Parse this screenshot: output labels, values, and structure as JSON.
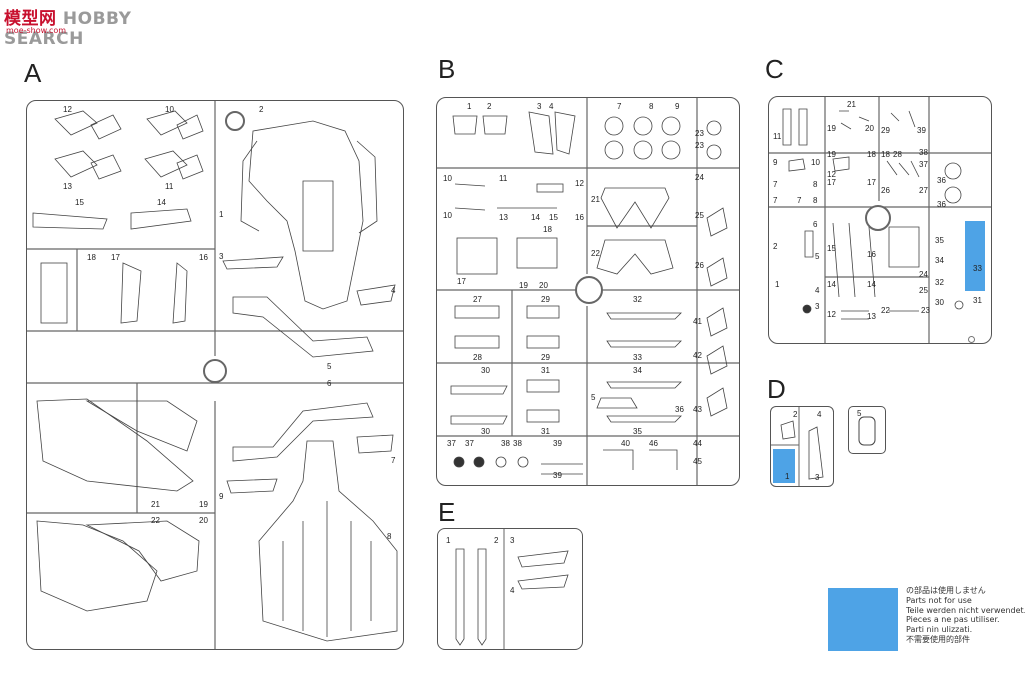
{
  "logo": {
    "brand_red": "模型网",
    "brand_gray": "HOBBY SEARCH",
    "url": "moe-show.com"
  },
  "sections": {
    "A": "A",
    "B": "B",
    "C": "C",
    "D": "D",
    "E": "E"
  },
  "legend": {
    "swatch_color": "#4ea3e6",
    "lines": [
      "の部品は使用しません",
      "Parts not for use",
      "Teile werden nicht verwendet.",
      "Pieces a ne pas utiliser.",
      "Parti nin ulizzati.",
      "不需要使用的部件"
    ]
  },
  "labels": {
    "A": [
      "12",
      "10",
      "2",
      "13",
      "11",
      "15",
      "14",
      "1",
      "3",
      "18",
      "17",
      "16",
      "4",
      "5",
      "6",
      "7",
      "21",
      "19",
      "9",
      "22",
      "20",
      "8"
    ],
    "B": [
      "1",
      "2",
      "3",
      "4",
      "7",
      "8",
      "9",
      "23",
      "23",
      "10",
      "11",
      "12",
      "10",
      "13",
      "14",
      "15",
      "16",
      "24",
      "25",
      "18",
      "21",
      "26",
      "22",
      "17",
      "19",
      "20",
      "27",
      "29",
      "32",
      "41",
      "28",
      "29",
      "33",
      "42",
      "30",
      "31",
      "34",
      "5",
      "43",
      "30",
      "31",
      "35",
      "36",
      "37",
      "37",
      "38",
      "38",
      "39",
      "40",
      "46",
      "44",
      "45",
      "39"
    ],
    "C": [
      "21",
      "11",
      "19",
      "20",
      "39",
      "29",
      "19",
      "18",
      "18",
      "28",
      "38",
      "9",
      "10",
      "37",
      "36",
      "7",
      "8",
      "12",
      "17",
      "26",
      "17",
      "27",
      "36",
      "8",
      "7",
      "7",
      "6",
      "2",
      "15",
      "16",
      "35",
      "34",
      "33",
      "1",
      "5",
      "14",
      "14",
      "32",
      "24",
      "4",
      "25",
      "22",
      "23",
      "30",
      "31",
      "3",
      "12",
      "13"
    ],
    "D": [
      "2",
      "4",
      "5",
      "1",
      "3"
    ],
    "E": [
      "1",
      "2",
      "3",
      "4"
    ]
  }
}
